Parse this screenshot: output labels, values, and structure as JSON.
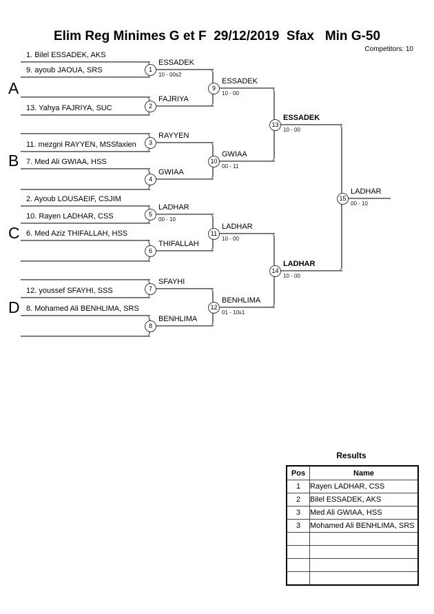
{
  "header": {
    "title": "Elim Reg Minimes G et F  29/12/2019  Sfax   Min G-50",
    "competitors_label": "Competitors: 10"
  },
  "colors": {
    "line": "#787878",
    "text": "#000000",
    "background": "#ffffff"
  },
  "bracket": {
    "groups": [
      {
        "label": "A"
      },
      {
        "label": "B"
      },
      {
        "label": "C"
      },
      {
        "label": "D"
      }
    ],
    "round1_slots": [
      {
        "name": "1. Bilel ESSADEK, AKS"
      },
      {
        "name": "9. ayoub JAOUA, SRS"
      },
      {
        "name": ""
      },
      {
        "name": "13. Yahya FAJRIYA, SUC"
      },
      {
        "name": ""
      },
      {
        "name": "11. mezgni RAYYEN, MSSfaxien"
      },
      {
        "name": "7. Med Ali GWIAA, HSS"
      },
      {
        "name": ""
      },
      {
        "name": "2. Ayoub LOUSAEIF, CSJIM"
      },
      {
        "name": "10. Rayen LADHAR, CSS"
      },
      {
        "name": "6. Med Aziz THIFALLAH, HSS"
      },
      {
        "name": ""
      },
      {
        "name": ""
      },
      {
        "name": "12. youssef SFAYHI, SSS"
      },
      {
        "name": "8. Mohamed Ali BENHLIMA, SRS"
      },
      {
        "name": ""
      }
    ],
    "matches": [
      {
        "number": "1",
        "winner": "ESSADEK",
        "score": "10 - 00s2"
      },
      {
        "number": "2",
        "winner": "FAJRIYA",
        "score": ""
      },
      {
        "number": "3",
        "winner": "RAYYEN",
        "score": ""
      },
      {
        "number": "4",
        "winner": "GWIAA",
        "score": ""
      },
      {
        "number": "5",
        "winner": "LADHAR",
        "score": "00 - 10"
      },
      {
        "number": "6",
        "winner": "THIFALLAH",
        "score": ""
      },
      {
        "number": "7",
        "winner": "SFAYHI",
        "score": ""
      },
      {
        "number": "8",
        "winner": "BENHLIMA",
        "score": ""
      },
      {
        "number": "9",
        "winner": "ESSADEK",
        "score": "10 - 00"
      },
      {
        "number": "10",
        "winner": "GWIAA",
        "score": "00 - 11"
      },
      {
        "number": "11",
        "winner": "LADHAR",
        "score": "10 - 00"
      },
      {
        "number": "12",
        "winner": "BENHLIMA",
        "score": "01 - 10s1"
      },
      {
        "number": "13",
        "winner": "ESSADEK",
        "score": "10 - 00"
      },
      {
        "number": "14",
        "winner": "LADHAR",
        "score": "10 - 00"
      },
      {
        "number": "15",
        "winner": "LADHAR",
        "score": "00 - 10"
      }
    ]
  },
  "results": {
    "title": "Results",
    "columns": [
      "Pos",
      "Name"
    ],
    "rows": [
      {
        "pos": "1",
        "name": "Rayen LADHAR, CSS"
      },
      {
        "pos": "2",
        "name": "Bilel ESSADEK, AKS"
      },
      {
        "pos": "3",
        "name": "Med Ali GWIAA, HSS"
      },
      {
        "pos": "3",
        "name": "Mohamed Ali BENHLIMA, SRS"
      },
      {
        "pos": "",
        "name": ""
      },
      {
        "pos": "",
        "name": ""
      },
      {
        "pos": "",
        "name": ""
      },
      {
        "pos": "",
        "name": ""
      }
    ]
  }
}
